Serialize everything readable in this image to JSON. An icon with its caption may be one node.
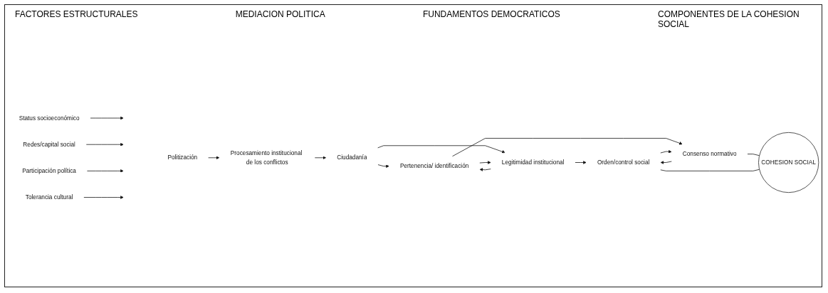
{
  "diagram": {
    "nodes": [
      {
        "text": [
          "Status socioeconómico"
        ]
      },
      {
        "text": [
          "Redes/capital social"
        ]
      },
      {
        "text": [
          "Participación política"
        ]
      },
      {
        "text": [
          "Tolerancia cultural"
        ]
      },
      {
        "text": [
          "Politización"
        ]
      },
      {
        "text": [
          "Procesamiento institucional de los conflictos"
        ]
      },
      {
        "text": [
          "Ciudadanía"
        ]
      },
      {
        "text": [
          "Pertenencia/ identificación"
        ]
      },
      {
        "text": [
          "Legitimidad institucional"
        ]
      },
      {
        "text": [
          "Consenso normativo"
        ]
      },
      {
        "text": [
          "Orden/control social"
        ]
      },
      {
        "text": [
          "COHESION SOCIAL"
        ]
      }
    ],
    "edges": [
      {
        "from": 0,
        "to": null,
        "arrow": "to"
      },
      {
        "from": 1,
        "to": null,
        "arrow": "to"
      },
      {
        "from": 2,
        "to": null,
        "arrow": "to"
      },
      {
        "from": 3,
        "to": null,
        "arrow": "to"
      },
      {
        "from": 4,
        "to": 5,
        "arrow": "to"
      },
      {
        "from": 5,
        "to": 6,
        "arrow": "to"
      },
      {
        "from": 6,
        "to": 7,
        "arrow": "to"
      },
      {
        "from": 6,
        "to": 8,
        "arrow": "to"
      },
      {
        "from": 7,
        "to": 8,
        "arrow": "to"
      },
      {
        "from": 8,
        "to": 7,
        "arrow": "to"
      },
      {
        "from": 7,
        "to": 9,
        "arrow": "to"
      },
      {
        "from": 8,
        "to": 10,
        "arrow": "to"
      },
      {
        "from": 9,
        "to": 10,
        "arrow": "to"
      },
      {
        "from": 10,
        "to": 9,
        "arrow": "to"
      },
      {
        "from": 9,
        "to": 11,
        "arrow": "none"
      },
      {
        "from": 10,
        "to": 11,
        "arrow": "none"
      }
    ],
    "labels": [
      "FACTORES ESTRUCTURALES",
      "MEDIACION POLITICA",
      "FUNDAMENTOS DEMOCRATICOS",
      "COMPONENTES DE LA COHESION SOCIAL"
    ]
  }
}
